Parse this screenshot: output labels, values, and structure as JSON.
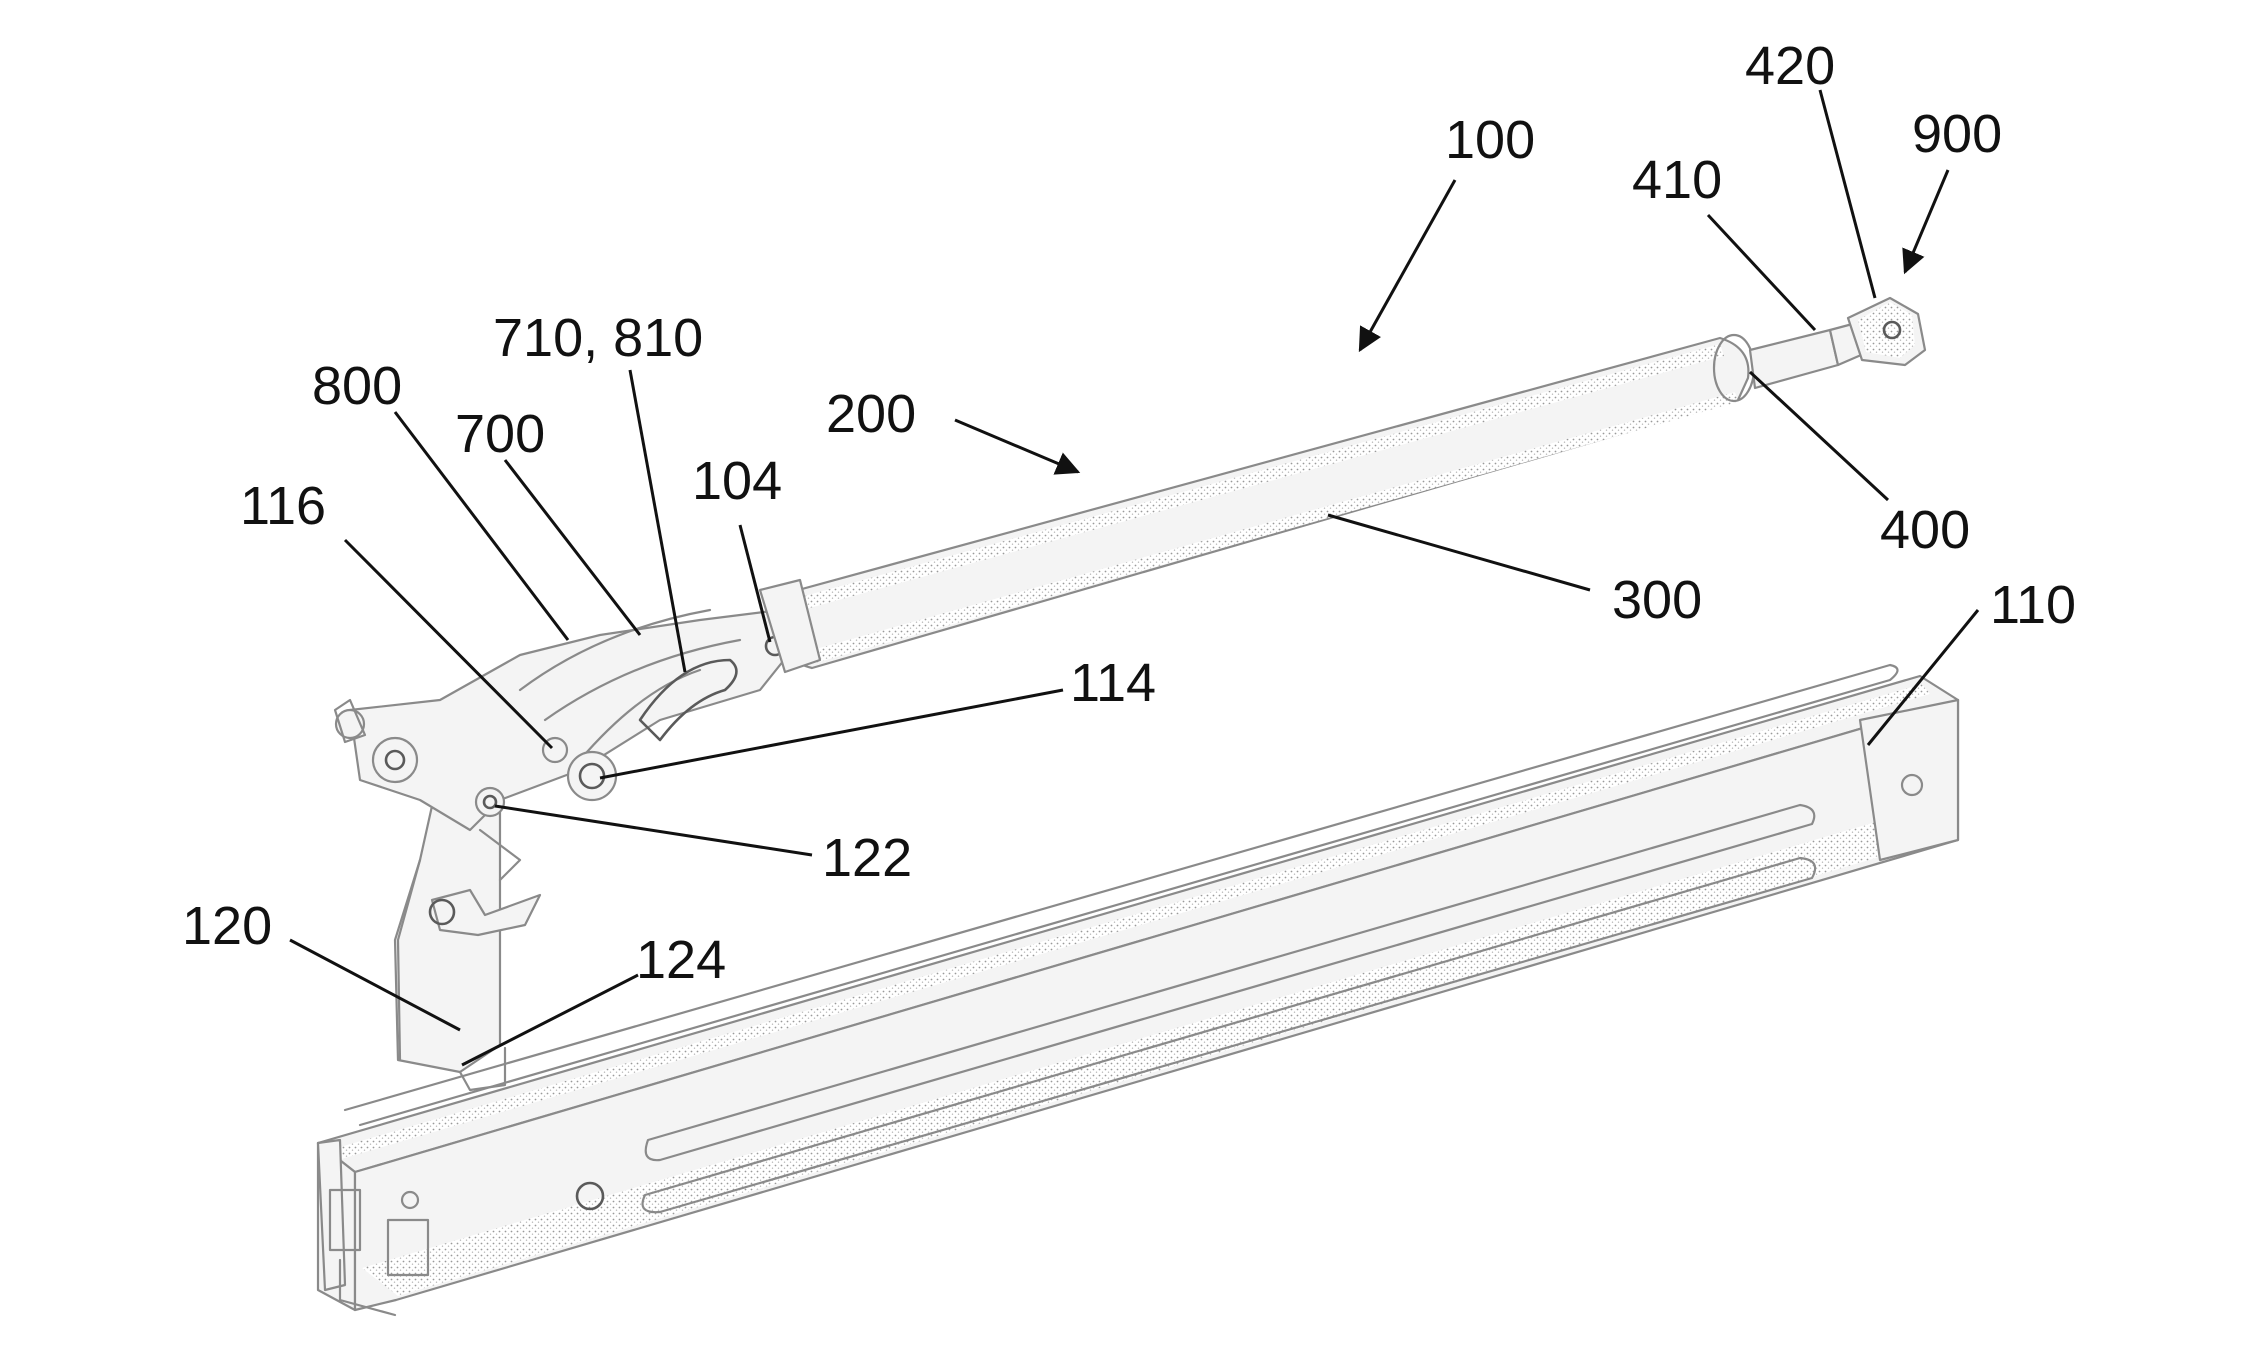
{
  "figure": {
    "labels": {
      "l100": "100",
      "l104": "104",
      "l110": "110",
      "l114": "114",
      "l116": "116",
      "l120": "120",
      "l122": "122",
      "l124": "124",
      "l200": "200",
      "l300": "300",
      "l400": "400",
      "l410": "410",
      "l420": "420",
      "l700": "700",
      "l710_810": "710, 810",
      "l800": "800",
      "l900": "900"
    }
  }
}
